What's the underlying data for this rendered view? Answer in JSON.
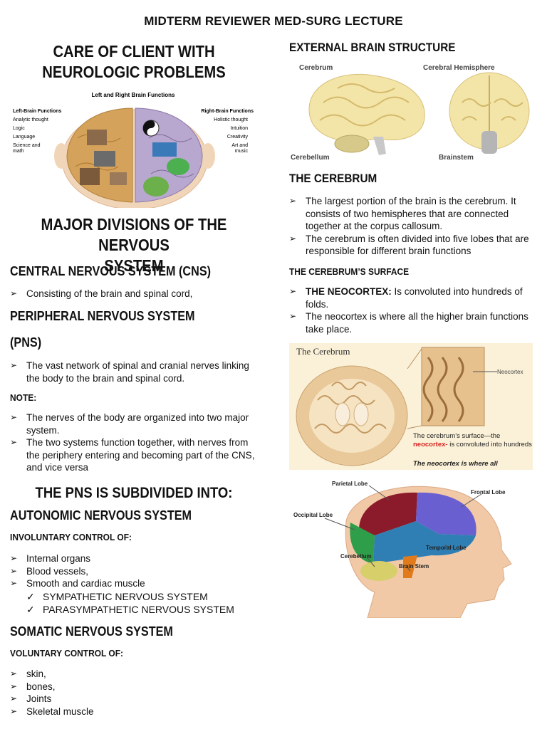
{
  "header": {
    "title": "MIDTERM REVIEWER MED-SURG LECTURE"
  },
  "left": {
    "title_line1": "CARE OF CLIENT WITH",
    "title_line2": "NEUROLOGIC PROBLEMS",
    "brain_functions_image": {
      "title": "Left and Right Brain Functions",
      "left_heading": "Left-Brain Functions",
      "left_items": [
        "Analytic thought",
        "Logic",
        "Language",
        "Science and",
        "math"
      ],
      "right_heading": "Right-Brain Functions",
      "right_items": [
        "Holistic thought",
        "Intuition",
        "Creativity",
        "Art and",
        "music"
      ]
    },
    "major_divisions_line1": "MAJOR DIVISIONS OF THE NERVOUS",
    "major_divisions_line2": "SYSTEM",
    "cns_heading": "CENTRAL NERVOUS SYSTEM (CNS)",
    "cns_items": [
      "Consisting of the brain and spinal cord,"
    ],
    "pns_heading_line1": "PERIPHERAL NERVOUS SYSTEM",
    "pns_heading_line2": "(PNS)",
    "pns_items": [
      "The vast network of spinal and cranial nerves linking the body to the brain and spinal cord."
    ],
    "note_heading": "NOTE:",
    "note_items": [
      "The nerves of the body are organized into two major system.",
      "The two systems function together, with nerves from the periphery entering and becoming part of the CNS, and vice versa"
    ],
    "pns_subdivided": "THE PNS IS SUBDIVIDED INTO:",
    "ans_heading": "AUTONOMIC NERVOUS SYSTEM",
    "involuntary_heading": "INVOLUNTARY CONTROL OF:",
    "involuntary_items": [
      "Internal organs",
      "Blood vessels,",
      "Smooth and cardiac muscle"
    ],
    "ans_sub_items": [
      "SYMPATHETIC NERVOUS SYSTEM",
      "PARASYMPATHETIC NERVOUS SYSTEM"
    ],
    "sns_heading": "SOMATIC NERVOUS SYSTEM",
    "voluntary_heading": "VOLUNTARY CONTROL OF:",
    "voluntary_items": [
      "skin,",
      "bones,",
      "Joints",
      "Skeletal muscle"
    ]
  },
  "right": {
    "external_heading": "EXTERNAL BRAIN STRUCTURE",
    "external_image": {
      "cerebrum": "Cerebrum",
      "cerebral_hemisphere": "Cerebral Hemisphere",
      "cerebellum": "Cerebellum",
      "brainstem": "Brainstem"
    },
    "cerebrum_heading": "THE CEREBRUM",
    "cerebrum_items": [
      "The largest portion of the brain is the cerebrum. It consists of two hemispheres that are connected together at the corpus callosum.",
      "The cerebrum is often divided into five lobes that are responsible for different brain functions"
    ],
    "surface_heading": "THE CEREBRUM’S SURFACE",
    "surface_item1_bold": "THE NEOCORTEX:",
    "surface_item1_rest": " Is convoluted into hundreds of folds.",
    "surface_item2": "The neocortex is where all the higher brain functions take place.",
    "cerebrum_image": {
      "title": "The Cerebrum",
      "neocortex_label": "Neocortex",
      "caption_part1": "The cerebrum’s surface—the",
      "caption_red": "neocortex-",
      "caption_part2": " is convoluted into hundreds of folds.",
      "caption_italic": "The neocortex is where all"
    },
    "lobes_image": {
      "parietal": "Parietal Lobe",
      "frontal": "Frontal Lobe",
      "occipital": "Occipital Lobe",
      "temporal": "Temporal Lobe",
      "cerebellum": "Cerebellum",
      "brain_stem": "Brain Stem"
    }
  },
  "icons": {
    "arrow_bullet": "➢",
    "check_bullet": "✓"
  },
  "colors": {
    "neocortex_red": "#d62020",
    "parietal": "#8b1a2a",
    "frontal": "#6a5fd1",
    "occipital": "#2e9e4a",
    "temporal": "#2f7fb5",
    "cerebellum": "#e07a1a"
  }
}
